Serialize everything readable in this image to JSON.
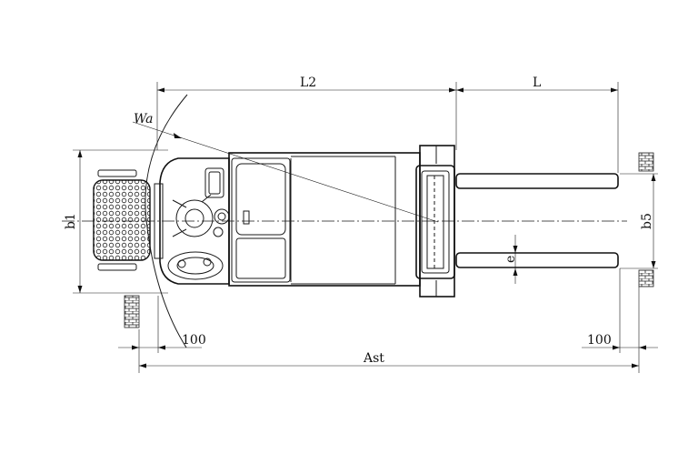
{
  "diagram": {
    "type": "technical drawing",
    "view": "top view",
    "dimensions": {
      "l2": "L2",
      "l": "L",
      "wa": "Wa",
      "b1": "b1",
      "b5": "b5",
      "e": "e",
      "ast": "Ast",
      "clearance_left": "100",
      "clearance_right": "100"
    }
  }
}
